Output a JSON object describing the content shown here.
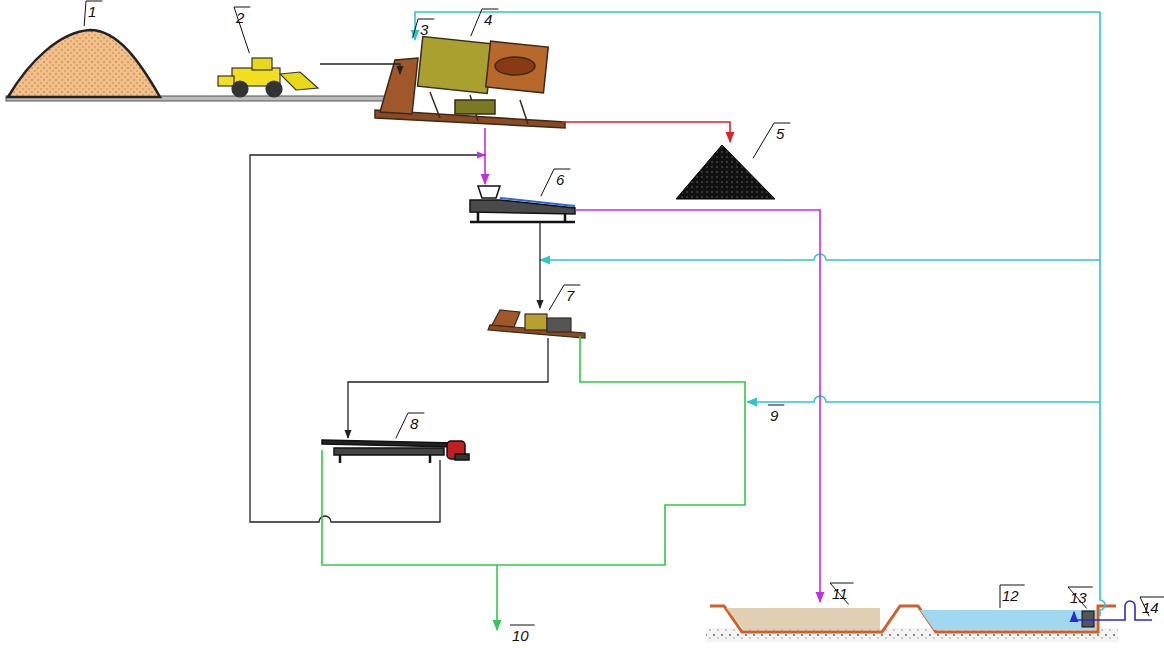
{
  "diagram": {
    "labels": [
      "1",
      "2",
      "3",
      "4",
      "5",
      "6",
      "7",
      "8",
      "9",
      "10",
      "11",
      "12",
      "13",
      "14"
    ]
  }
}
